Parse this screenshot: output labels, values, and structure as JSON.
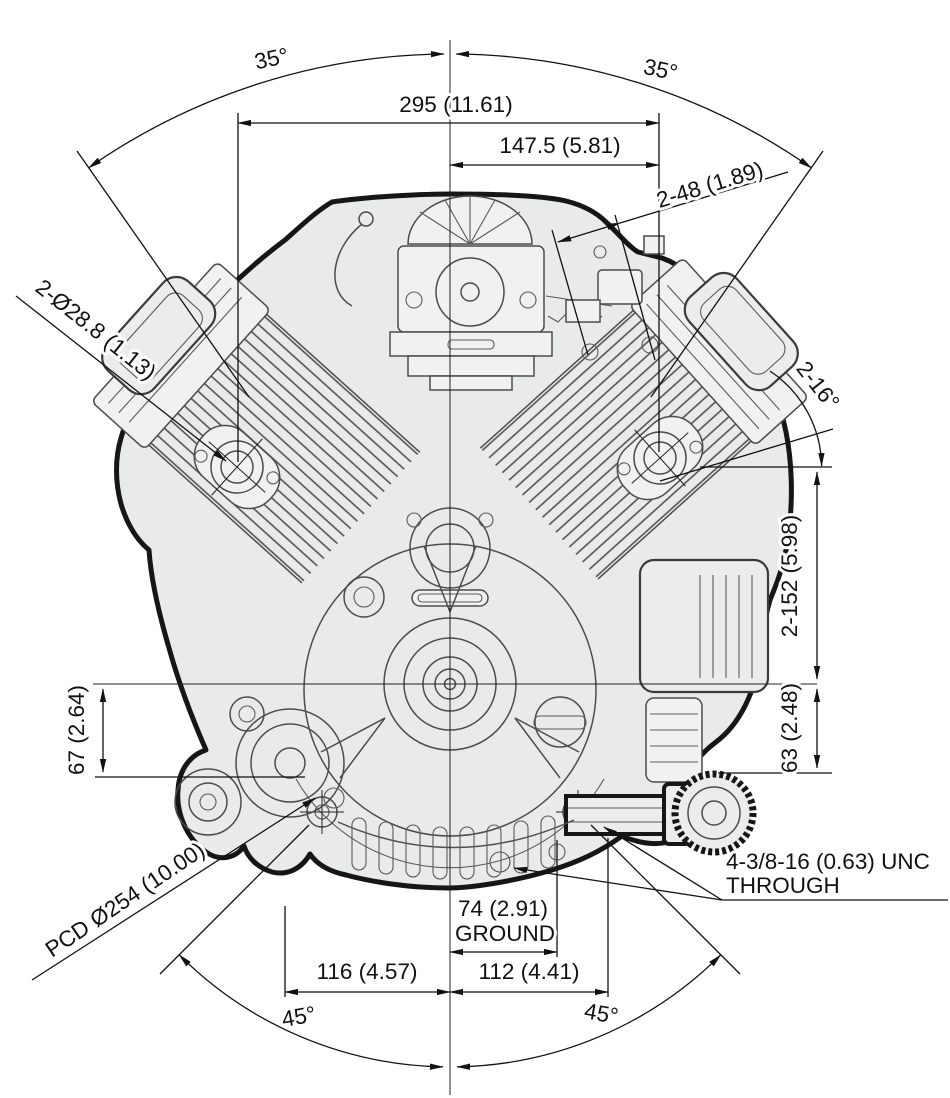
{
  "diagram": {
    "type": "engineering-dimension-drawing",
    "subject": "V-twin engine, front elevation with mounting dimensions",
    "units_note": "mm (inches)",
    "colors": {
      "line": "#161616",
      "engine_fill": "#e9eaea",
      "background": "#ffffff"
    },
    "dimensions": {
      "width_overall": "295 (11.61)",
      "width_half": "147.5 (5.81)",
      "stud_spacing": "2-48 (1.89)",
      "cylinder_height": "2-152 (5.98)",
      "lower_right": "63 (2.48)",
      "lower_left": "67 (2.64)",
      "ground_offset": "74 (2.91)",
      "ground_label": "GROUND",
      "base_left": "116 (4.57)",
      "base_right": "112 (4.41)"
    },
    "angles": {
      "top_left": "35°",
      "top_right": "35°",
      "valve": "2-16°",
      "bottom_left": "45°",
      "bottom_right": "45°"
    },
    "notes": {
      "exhaust_ports": "2-Ø28.8 (1.13)",
      "pcd": "PCD Ø254 (10.00)",
      "mounting_line1": "4-3/8-16 (0.63) UNC",
      "mounting_line2": "THROUGH"
    }
  }
}
